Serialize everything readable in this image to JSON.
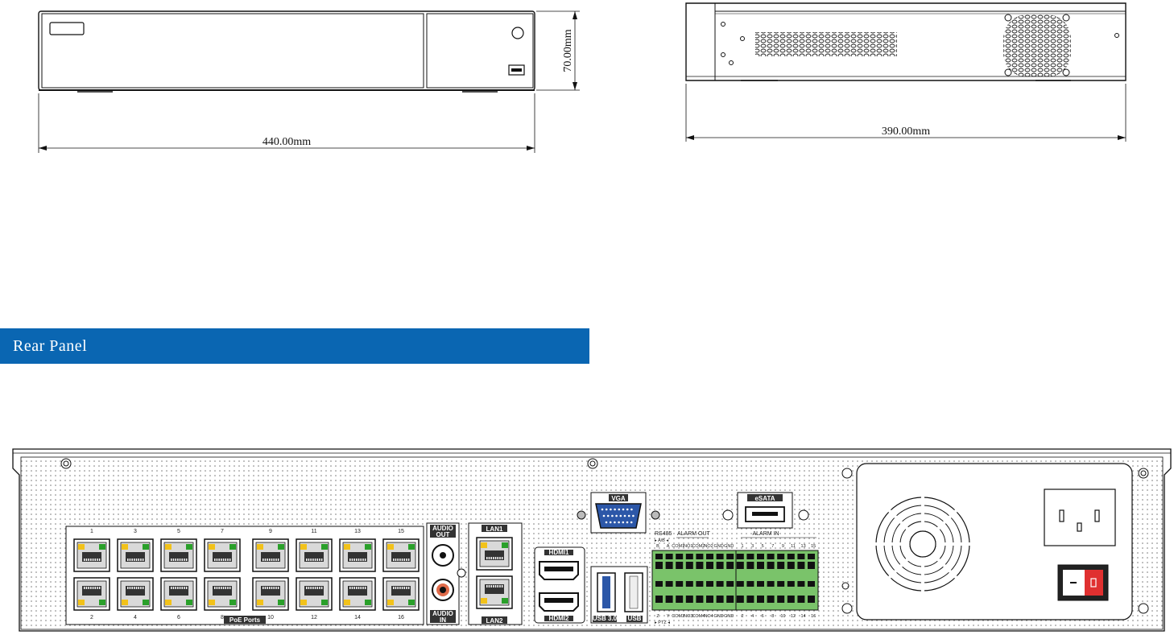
{
  "front_view": {
    "width_label": "440.00mm",
    "height_label": "70.00mm"
  },
  "side_view": {
    "depth_label": "390.00mm"
  },
  "section": {
    "title": "Rear Panel"
  },
  "rear_panel": {
    "poe_top_numbers": [
      "1",
      "3",
      "5",
      "7",
      "9",
      "11",
      "13",
      "15"
    ],
    "poe_bottom_numbers": [
      "2",
      "4",
      "6",
      "8",
      "10",
      "12",
      "14",
      "16"
    ],
    "poe_label": "PoE Ports",
    "audio_out": [
      "AUDIO",
      "OUT"
    ],
    "audio_in": [
      "AUDIO",
      "IN"
    ],
    "lan1": "LAN1",
    "lan2": "LAN2",
    "hdmi1": "HDMI1",
    "hdmi2": "HDMI2",
    "vga": "VGA",
    "usb3": "USB 3.0",
    "usb": "USB",
    "esata": "eSATA",
    "rs485": "RS485",
    "rs485_sub": "▸ A/B ◂",
    "alarm_out": "ALARM OUT",
    "alarm_in": "ALARM IN",
    "top_terminal_labels": [
      "B",
      "A",
      "COM1",
      "NO1",
      "COM2",
      "NO2",
      "GND",
      "GND"
    ],
    "bottom_terminal_labels": [
      "Z",
      "Y",
      "COM3",
      "NO3",
      "COM4",
      "NO4",
      "GND",
      "GND"
    ],
    "ptz_sub": "▸ PTZ ◂",
    "alarm_in_top": [
      "1",
      "3",
      "5",
      "7",
      "9",
      "11",
      "13",
      "15"
    ],
    "alarm_in_bottom": [
      "2",
      "4",
      "6",
      "8",
      "10",
      "12",
      "14",
      "16"
    ]
  },
  "colors": {
    "banner": "#0a66b2",
    "terminal_green": "#7ac36a",
    "led_green": "#2aa02a",
    "led_yellow": "#f2c21a"
  }
}
